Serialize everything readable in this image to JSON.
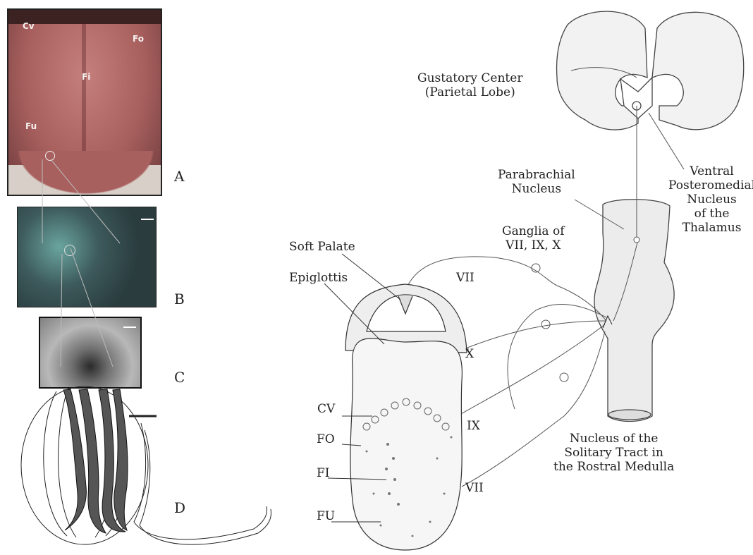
{
  "panels": {
    "A": {
      "letter": "A",
      "labels": {
        "cv": "Cv",
        "fo": "Fo",
        "fi": "Fi",
        "fu": "Fu"
      }
    },
    "B": {
      "letter": "B"
    },
    "C": {
      "letter": "C"
    },
    "D": {
      "letter": "D"
    }
  },
  "pathway": {
    "gustatory_center": {
      "line1": "Gustatory Center",
      "line2": "(Parietal Lobe)"
    },
    "parabrachial": {
      "line1": "Parabrachial",
      "line2": "Nucleus"
    },
    "vpm": {
      "line1": "Ventral",
      "line2": "Posteromedial",
      "line3": "Nucleus",
      "line4": "of the",
      "line5": "Thalamus"
    },
    "ganglia": {
      "line1": "Ganglia of",
      "line2": "VII, IX, X"
    },
    "soft_palate": "Soft Palate",
    "epiglottis": "Epiglottis",
    "nts": {
      "line1": "Nucleus of the",
      "line2": "Solitary Tract in",
      "line3": "the Rostral Medulla"
    },
    "nerve_vii_top": "VII",
    "nerve_x": "X",
    "nerve_ix": "IX",
    "nerve_vii_bottom": "VII",
    "papillae": {
      "cv": "CV",
      "fo": "FO",
      "fi": "FI",
      "fu": "FU"
    }
  },
  "colors": {
    "tongue_photo": "#a8605e",
    "fluorescence_bg": "#3d5a5c",
    "sem_bg": "#8a8a8a"
  }
}
